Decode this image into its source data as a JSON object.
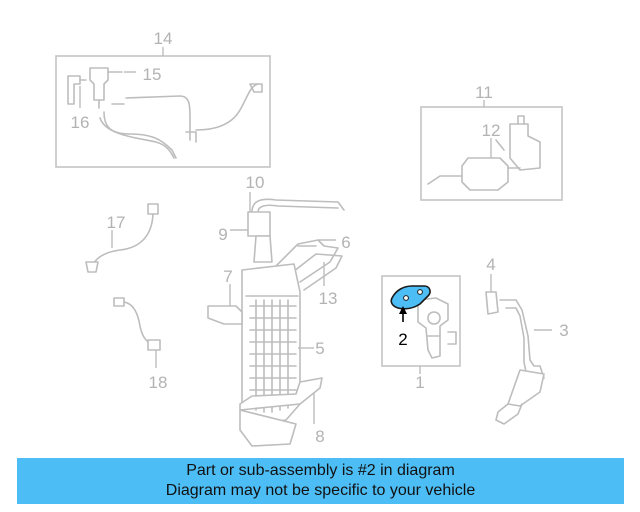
{
  "diagram": {
    "callouts": [
      "1",
      "2",
      "3",
      "4",
      "5",
      "6",
      "7",
      "8",
      "9",
      "10",
      "11",
      "12",
      "13",
      "14",
      "15",
      "16",
      "17",
      "18"
    ],
    "highlighted_part": "2",
    "highlight_color": "#4dbdf5",
    "part_color": "#bdbdbd"
  },
  "banner": {
    "line1": "Part or sub-assembly is #2 in diagram",
    "line2": "Diagram may not be specific to your vehicle",
    "background": "#4dbdf5"
  }
}
